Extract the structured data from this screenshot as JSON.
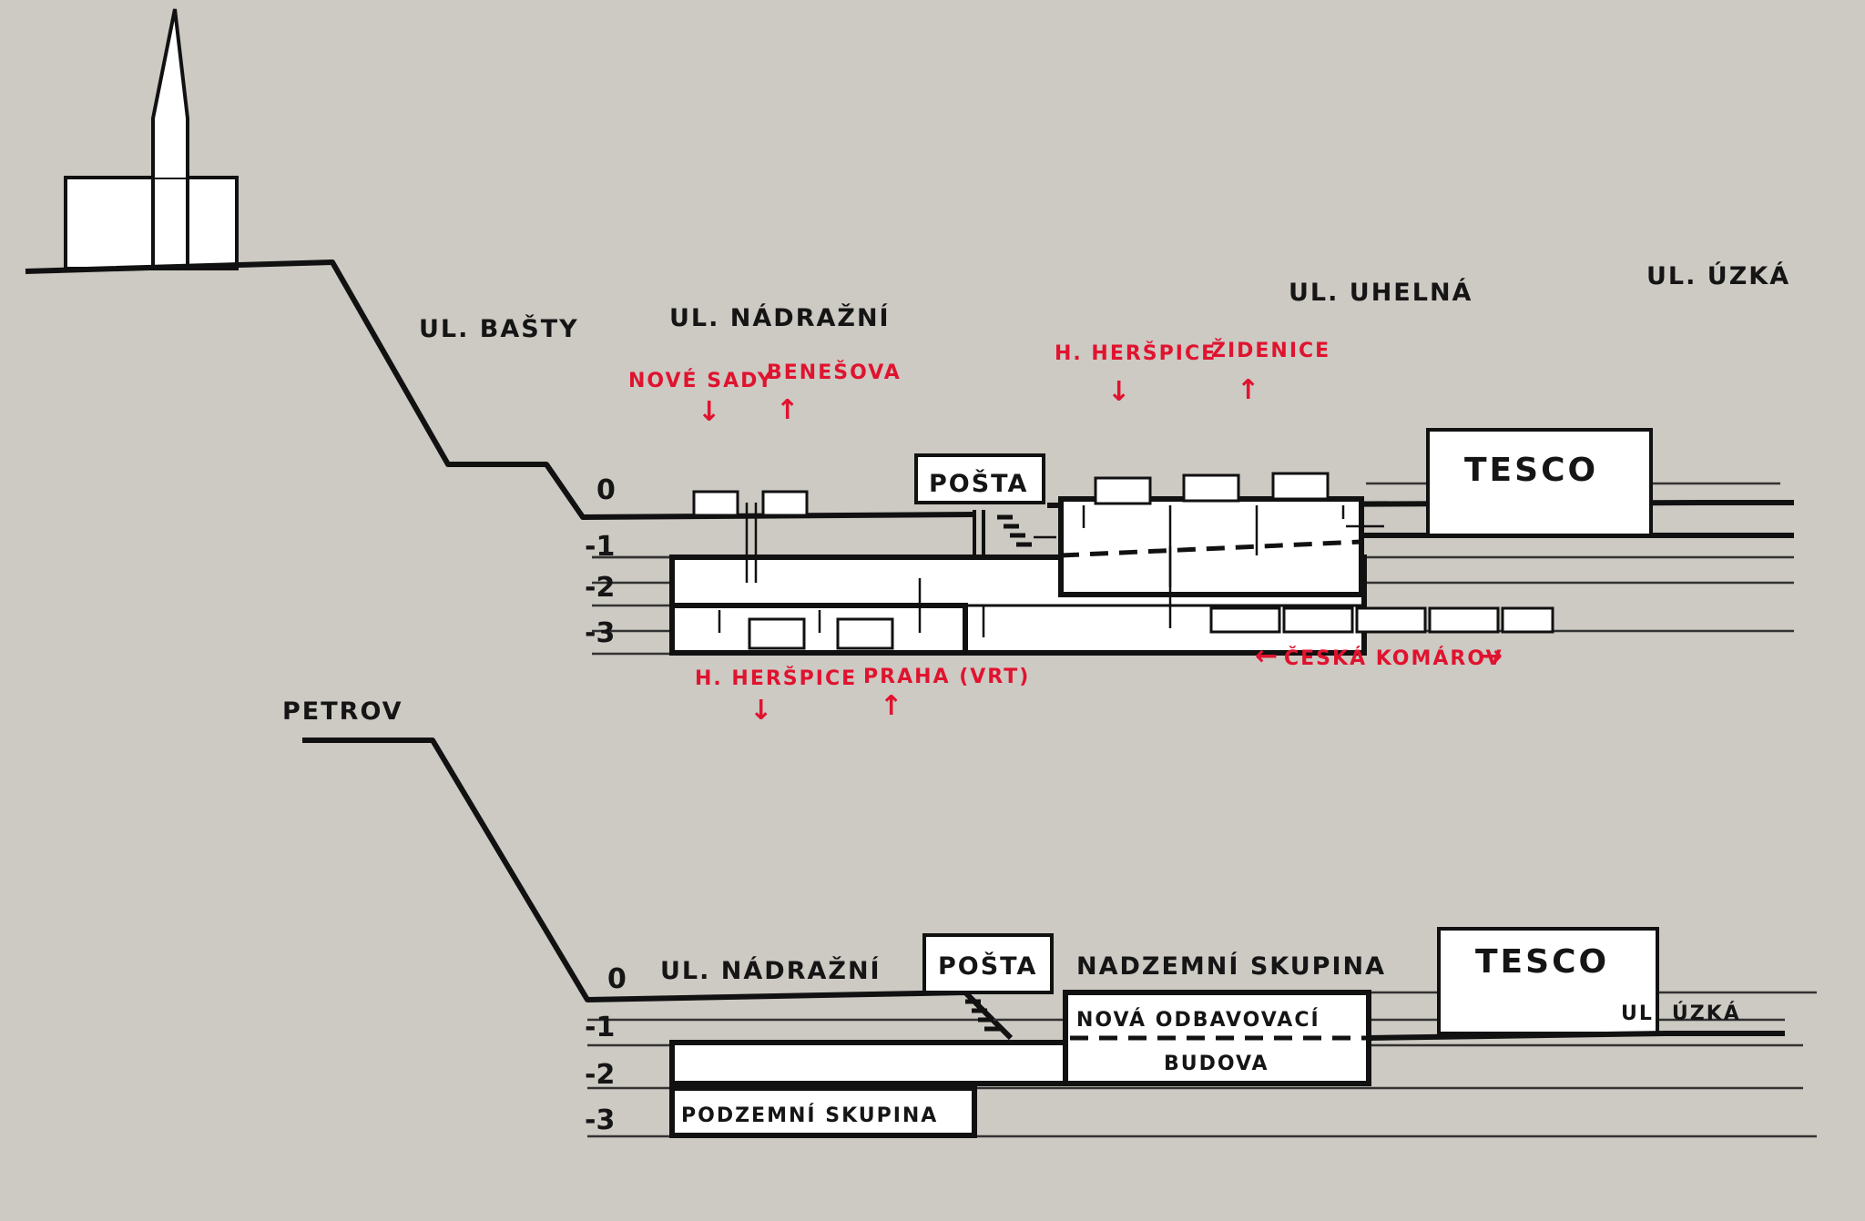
{
  "top_section": {
    "place_name": "PETROV",
    "streets": {
      "basty": "UL. BAŠTY",
      "nadrazni": "UL. NÁDRAŽNÍ",
      "uhelna": "UL. UHELNÁ",
      "uzka": "UL. ÚZKÁ"
    },
    "levels": [
      "0",
      "-1",
      "-2",
      "-3"
    ],
    "buildings": {
      "posta": "POŠTA",
      "tesco": "TESCO"
    },
    "tram_destinations": {
      "nove_sady": "NOVÉ SADY",
      "benesova": "BENEŠOVA",
      "h_herspice_top": "H. HERŠPICE",
      "zidenice": "ŽIDENICE",
      "h_herspice_bottom": "H. HERŠPICE",
      "praha": "PRAHA (VRT)"
    },
    "rail_route": "ČESKÁ KOMÁROV"
  },
  "bottom_section": {
    "levels": [
      "0",
      "-1",
      "-2",
      "-3"
    ],
    "street": "UL. NÁDRAŽNÍ",
    "buildings": {
      "posta": "POŠTA",
      "tesco": "TESCO",
      "uzka": "UL. ÚZKÁ"
    },
    "groups": {
      "above_ground": "NADZEMNÍ SKUPINA",
      "new_building_1": "NOVÁ ODBAVOVACÍ",
      "new_building_2": "BUDOVA",
      "underground": "PODZEMNÍ SKUPINA"
    }
  },
  "colors": {
    "background": "#cdc9c3",
    "ink": "#111111",
    "accent": "#e0132f",
    "fill": "#ffffff"
  }
}
